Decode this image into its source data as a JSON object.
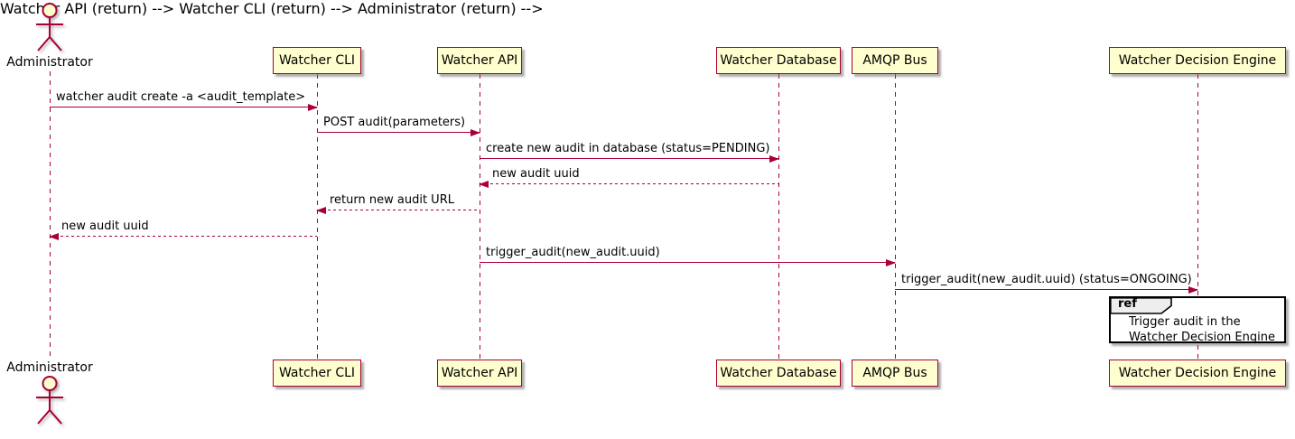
{
  "diagram": {
    "type": "sequence",
    "actor": {
      "label": "Administrator"
    },
    "participants": [
      {
        "label": "Watcher CLI"
      },
      {
        "label": "Watcher API"
      },
      {
        "label": "Watcher Database"
      },
      {
        "label": "AMQP Bus"
      },
      {
        "label": "Watcher Decision Engine"
      }
    ],
    "messages": [
      {
        "from": "Administrator",
        "to": "Watcher CLI",
        "style": "solid",
        "label": "watcher audit create -a <audit_template>"
      },
      {
        "from": "Watcher CLI",
        "to": "Watcher API",
        "style": "solid",
        "label": "POST audit(parameters)"
      },
      {
        "from": "Watcher API",
        "to": "Watcher Database",
        "style": "solid",
        "label": "create new audit in database (status=PENDING)"
      },
      {
        "from": "Watcher Database",
        "to": "Watcher API",
        "style": "dotted",
        "label": "new audit uuid"
      },
      {
        "from": "Watcher API",
        "to": "Watcher CLI",
        "style": "dotted",
        "label": "return new audit URL"
      },
      {
        "from": "Watcher CLI",
        "to": "Administrator",
        "style": "dotted",
        "label": "new audit uuid"
      },
      {
        "from": "Watcher API",
        "to": "AMQP Bus",
        "style": "solid",
        "label": "trigger_audit(new_audit.uuid)"
      },
      {
        "from": "AMQP Bus",
        "to": "Watcher Decision Engine",
        "style": "solid",
        "label": "trigger_audit(new_audit.uuid) (status=ONGOING)"
      }
    ],
    "ref": {
      "keyword": "ref",
      "line1": "Trigger audit in the",
      "line2": "Watcher Decision Engine"
    },
    "colors": {
      "participant_fill": "#FEFECE",
      "stroke": "#A80036",
      "text": "#000000",
      "ref_fill": "#FFFFFF",
      "ref_border": "#000000",
      "ref_tab_fill": "#EEEEEE",
      "background": "#FFFFFF"
    }
  }
}
